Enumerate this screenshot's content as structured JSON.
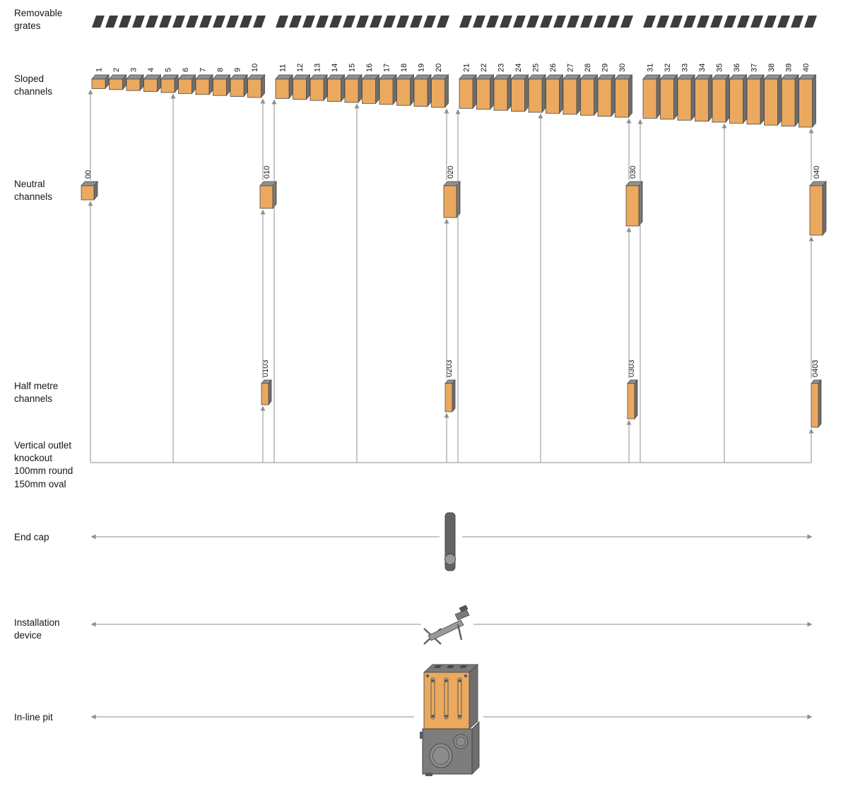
{
  "side_labels": {
    "removable_grates": "Removable\ngrates",
    "sloped_channels": "Sloped\nchannels",
    "neutral_channels": "Neutral\nchannels",
    "half_metre": "Half metre\nchannels",
    "vertical_outlet": "Vertical outlet\nknockout\n100mm round\n150mm oval",
    "end_cap": "End cap",
    "installation_device": "Installation\ndevice",
    "inline_pit": "In-line pit"
  },
  "sloped_channels": {
    "numbers": [
      "1",
      "2",
      "3",
      "4",
      "5",
      "6",
      "7",
      "8",
      "9",
      "10",
      "11",
      "12",
      "13",
      "14",
      "15",
      "16",
      "17",
      "18",
      "19",
      "20",
      "21",
      "22",
      "23",
      "24",
      "25",
      "26",
      "27",
      "28",
      "29",
      "30",
      "31",
      "32",
      "33",
      "34",
      "35",
      "36",
      "37",
      "38",
      "39",
      "40"
    ]
  },
  "neutral_channels": {
    "labels": [
      "00",
      "010",
      "020",
      "030",
      "040"
    ]
  },
  "half_metre_channels": {
    "labels": [
      "0103",
      "0203",
      "0303",
      "0403"
    ]
  },
  "colors": {
    "channel_face": "#EBA95F",
    "stroke": "#4a4a4a",
    "top_face": "#909090",
    "side_face": "#6e6e6e",
    "line": "#8f8f8f",
    "grate": "#3d3d3d",
    "text": "#161616",
    "dark_part": "#636363",
    "pit_body": "#7d7d7d"
  }
}
